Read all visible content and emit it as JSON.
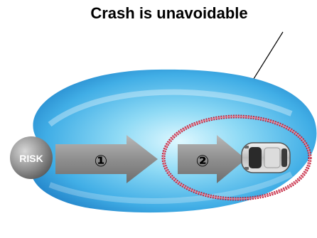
{
  "title": "Crash is unavoidable",
  "risk_label": "RISK",
  "arrows": [
    {
      "label": "①"
    },
    {
      "label": "②"
    }
  ],
  "colors": {
    "zone_outer": "#2a8fd0",
    "zone_inner": "#c9f2ff",
    "risk_ball": "#8d8d8d",
    "arrow": "#8a8a8a",
    "crash_zone_outline": "#c0203a"
  }
}
